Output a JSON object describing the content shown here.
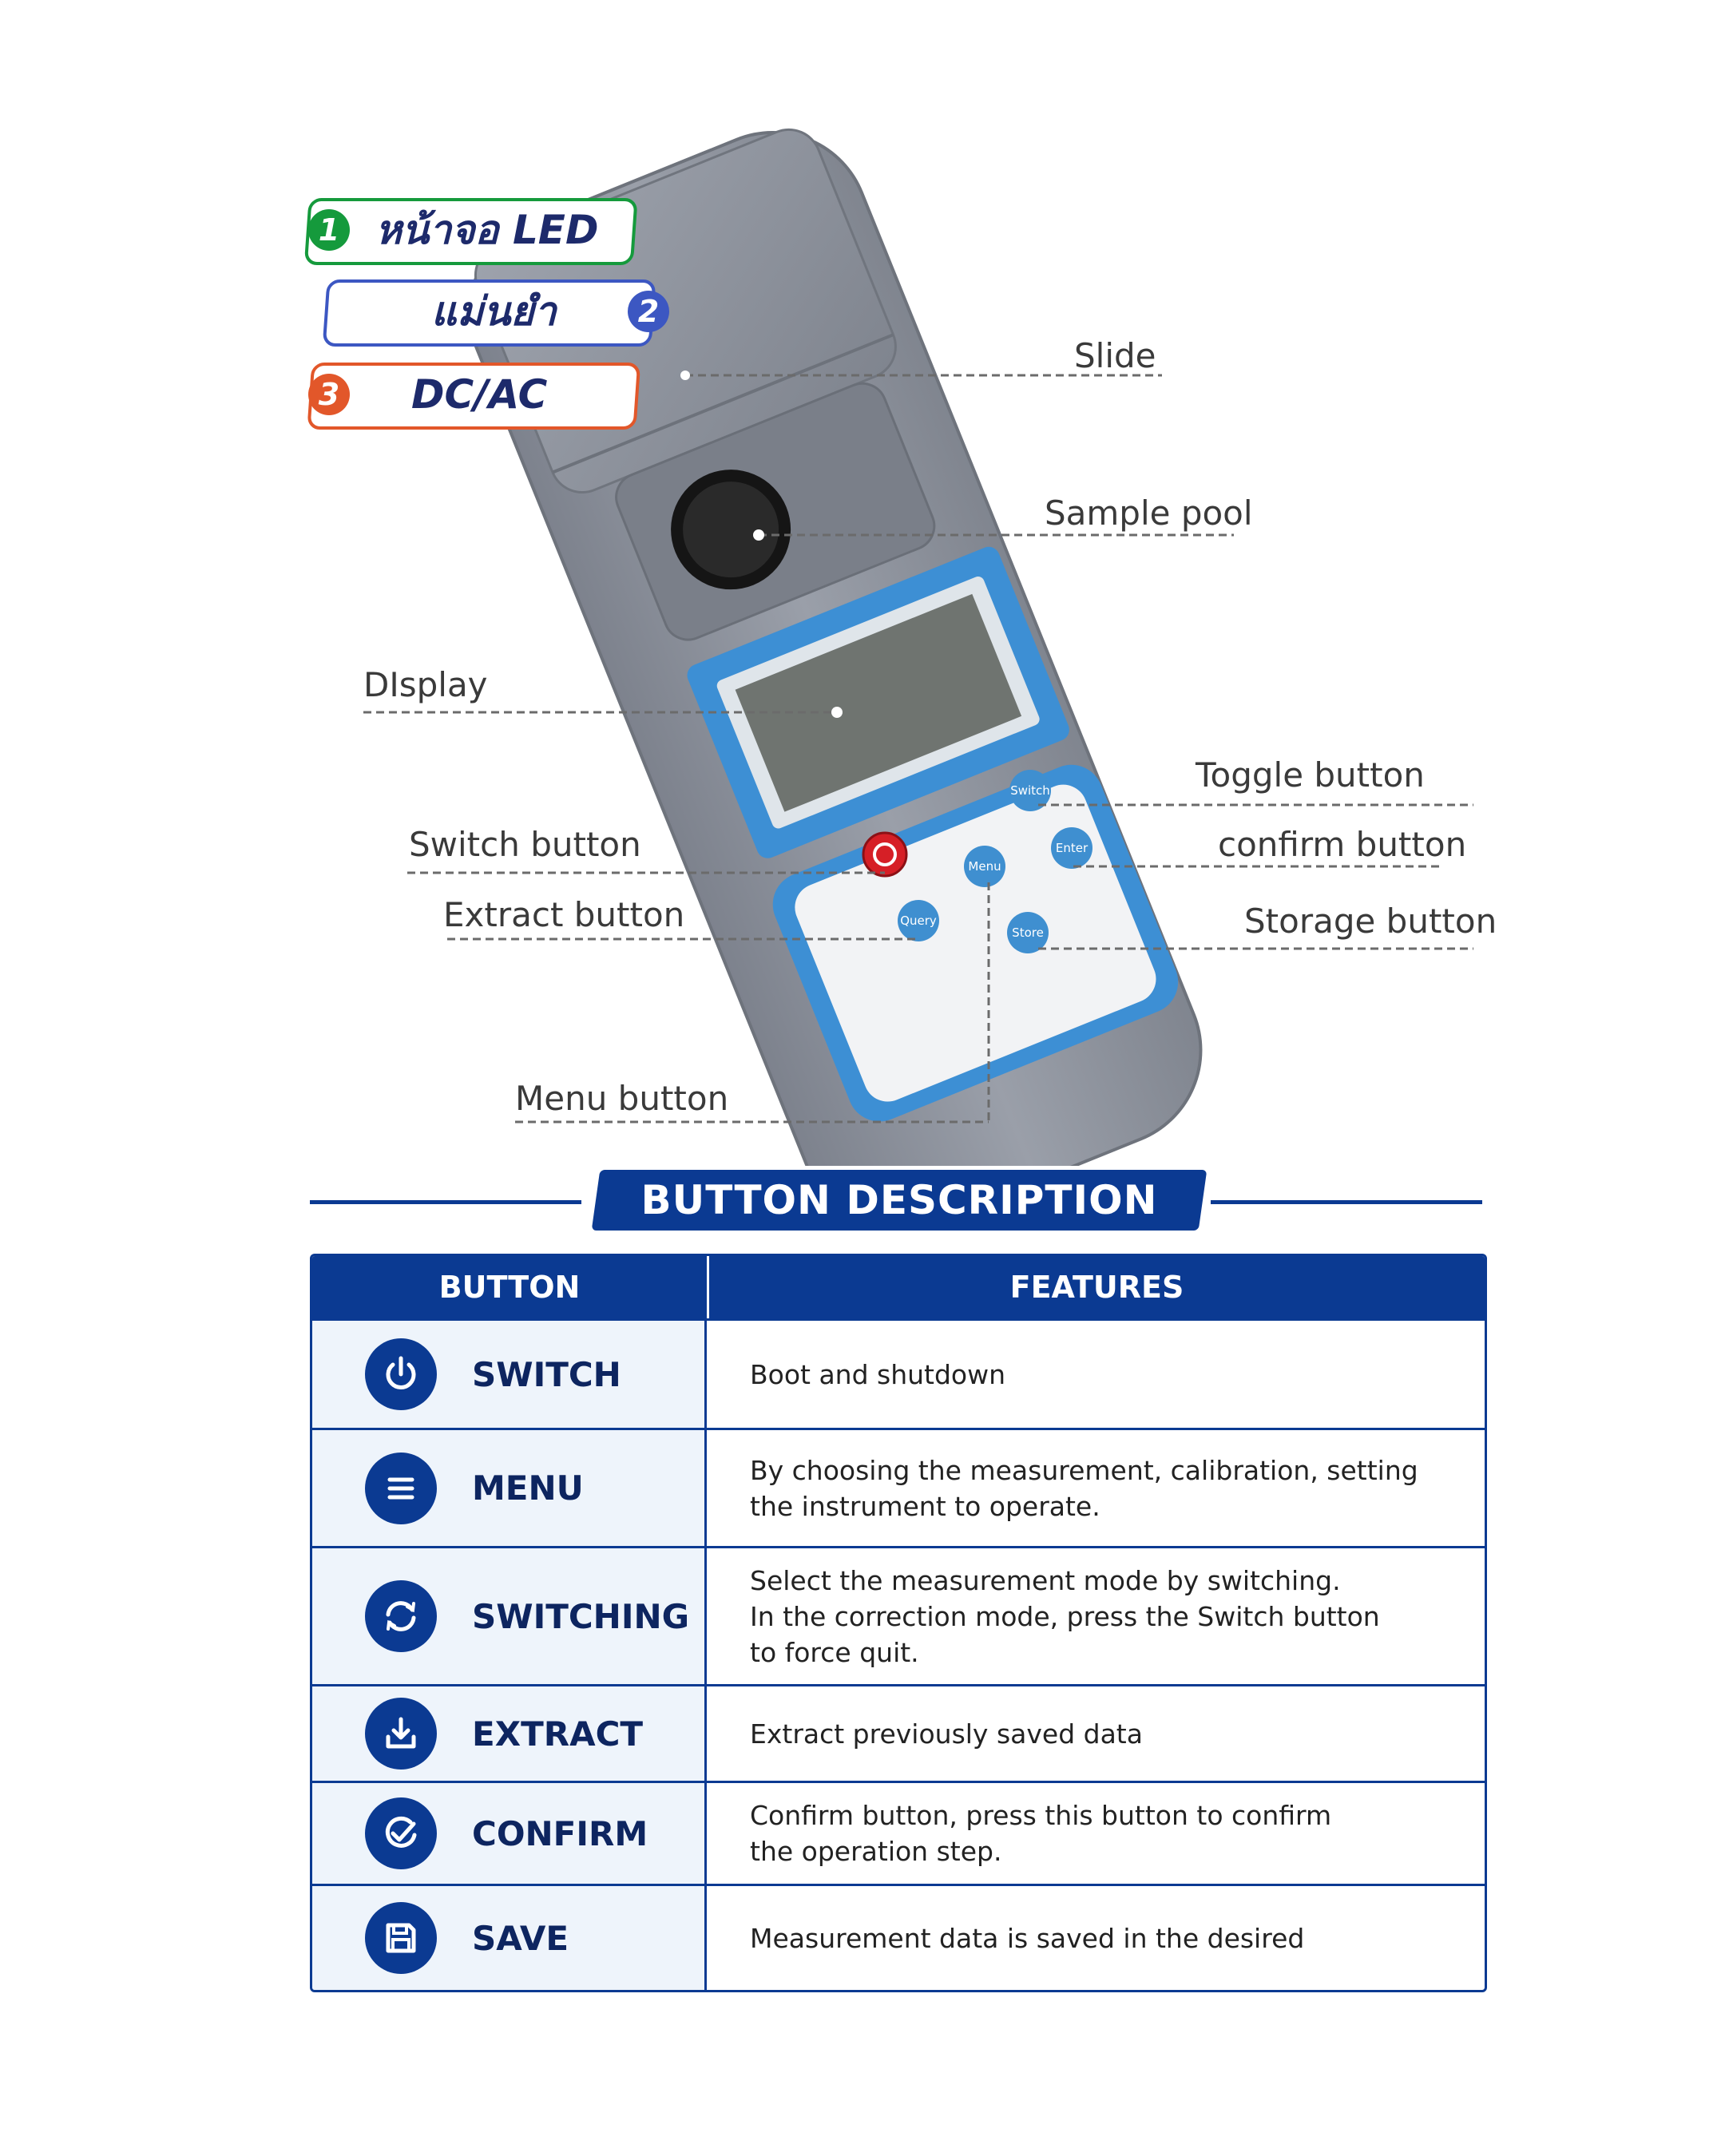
{
  "badges": [
    {
      "num": "1",
      "text": "หน้าจอ LED",
      "color": "#159a3c"
    },
    {
      "num": "2",
      "text": "แม่นยำ",
      "color": "#3c57c2"
    },
    {
      "num": "3",
      "text": "DC/AC",
      "color": "#e2572a"
    }
  ],
  "device": {
    "keys": {
      "switch": "Switch",
      "enter": "Enter",
      "menu": "Menu",
      "query": "Query",
      "store": "Store"
    }
  },
  "callouts": {
    "slide": "Slide",
    "sample_pool": "Sample pool",
    "display": "DIsplay",
    "toggle": "Toggle button",
    "switch": "Switch button",
    "confirm": "confirm button",
    "extract": "Extract button",
    "storage": "Storage button",
    "menu": "Menu button"
  },
  "section": {
    "title": "BUTTON DESCRIPTION"
  },
  "table": {
    "headers": [
      "BUTTON",
      "FEATURES"
    ],
    "rows": [
      {
        "icon": "power-icon",
        "name": "SWITCH",
        "lines": [
          "Boot and shutdown"
        ]
      },
      {
        "icon": "menu-icon",
        "name": "MENU",
        "lines": [
          "By choosing the measurement, calibration, setting",
          "the instrument to operate."
        ]
      },
      {
        "icon": "sync-icon",
        "name": "SWITCHING",
        "lines": [
          "Select the measurement mode by switching.",
          "In the correction mode, press the Switch button",
          "to force quit."
        ]
      },
      {
        "icon": "download-icon",
        "name": "EXTRACT",
        "lines": [
          "Extract previously saved data"
        ]
      },
      {
        "icon": "check-icon",
        "name": "CONFIRM",
        "lines": [
          "Confirm button, press this button to confirm",
          "the operation step."
        ]
      },
      {
        "icon": "save-icon",
        "name": "SAVE",
        "lines": [
          "Measurement data is saved in the desired"
        ]
      }
    ]
  },
  "colors": {
    "primary": "#0b3a92",
    "row_left_bg": "#eef4fb",
    "device_body": "#8e939e",
    "device_accent": "#3f8fd0"
  }
}
